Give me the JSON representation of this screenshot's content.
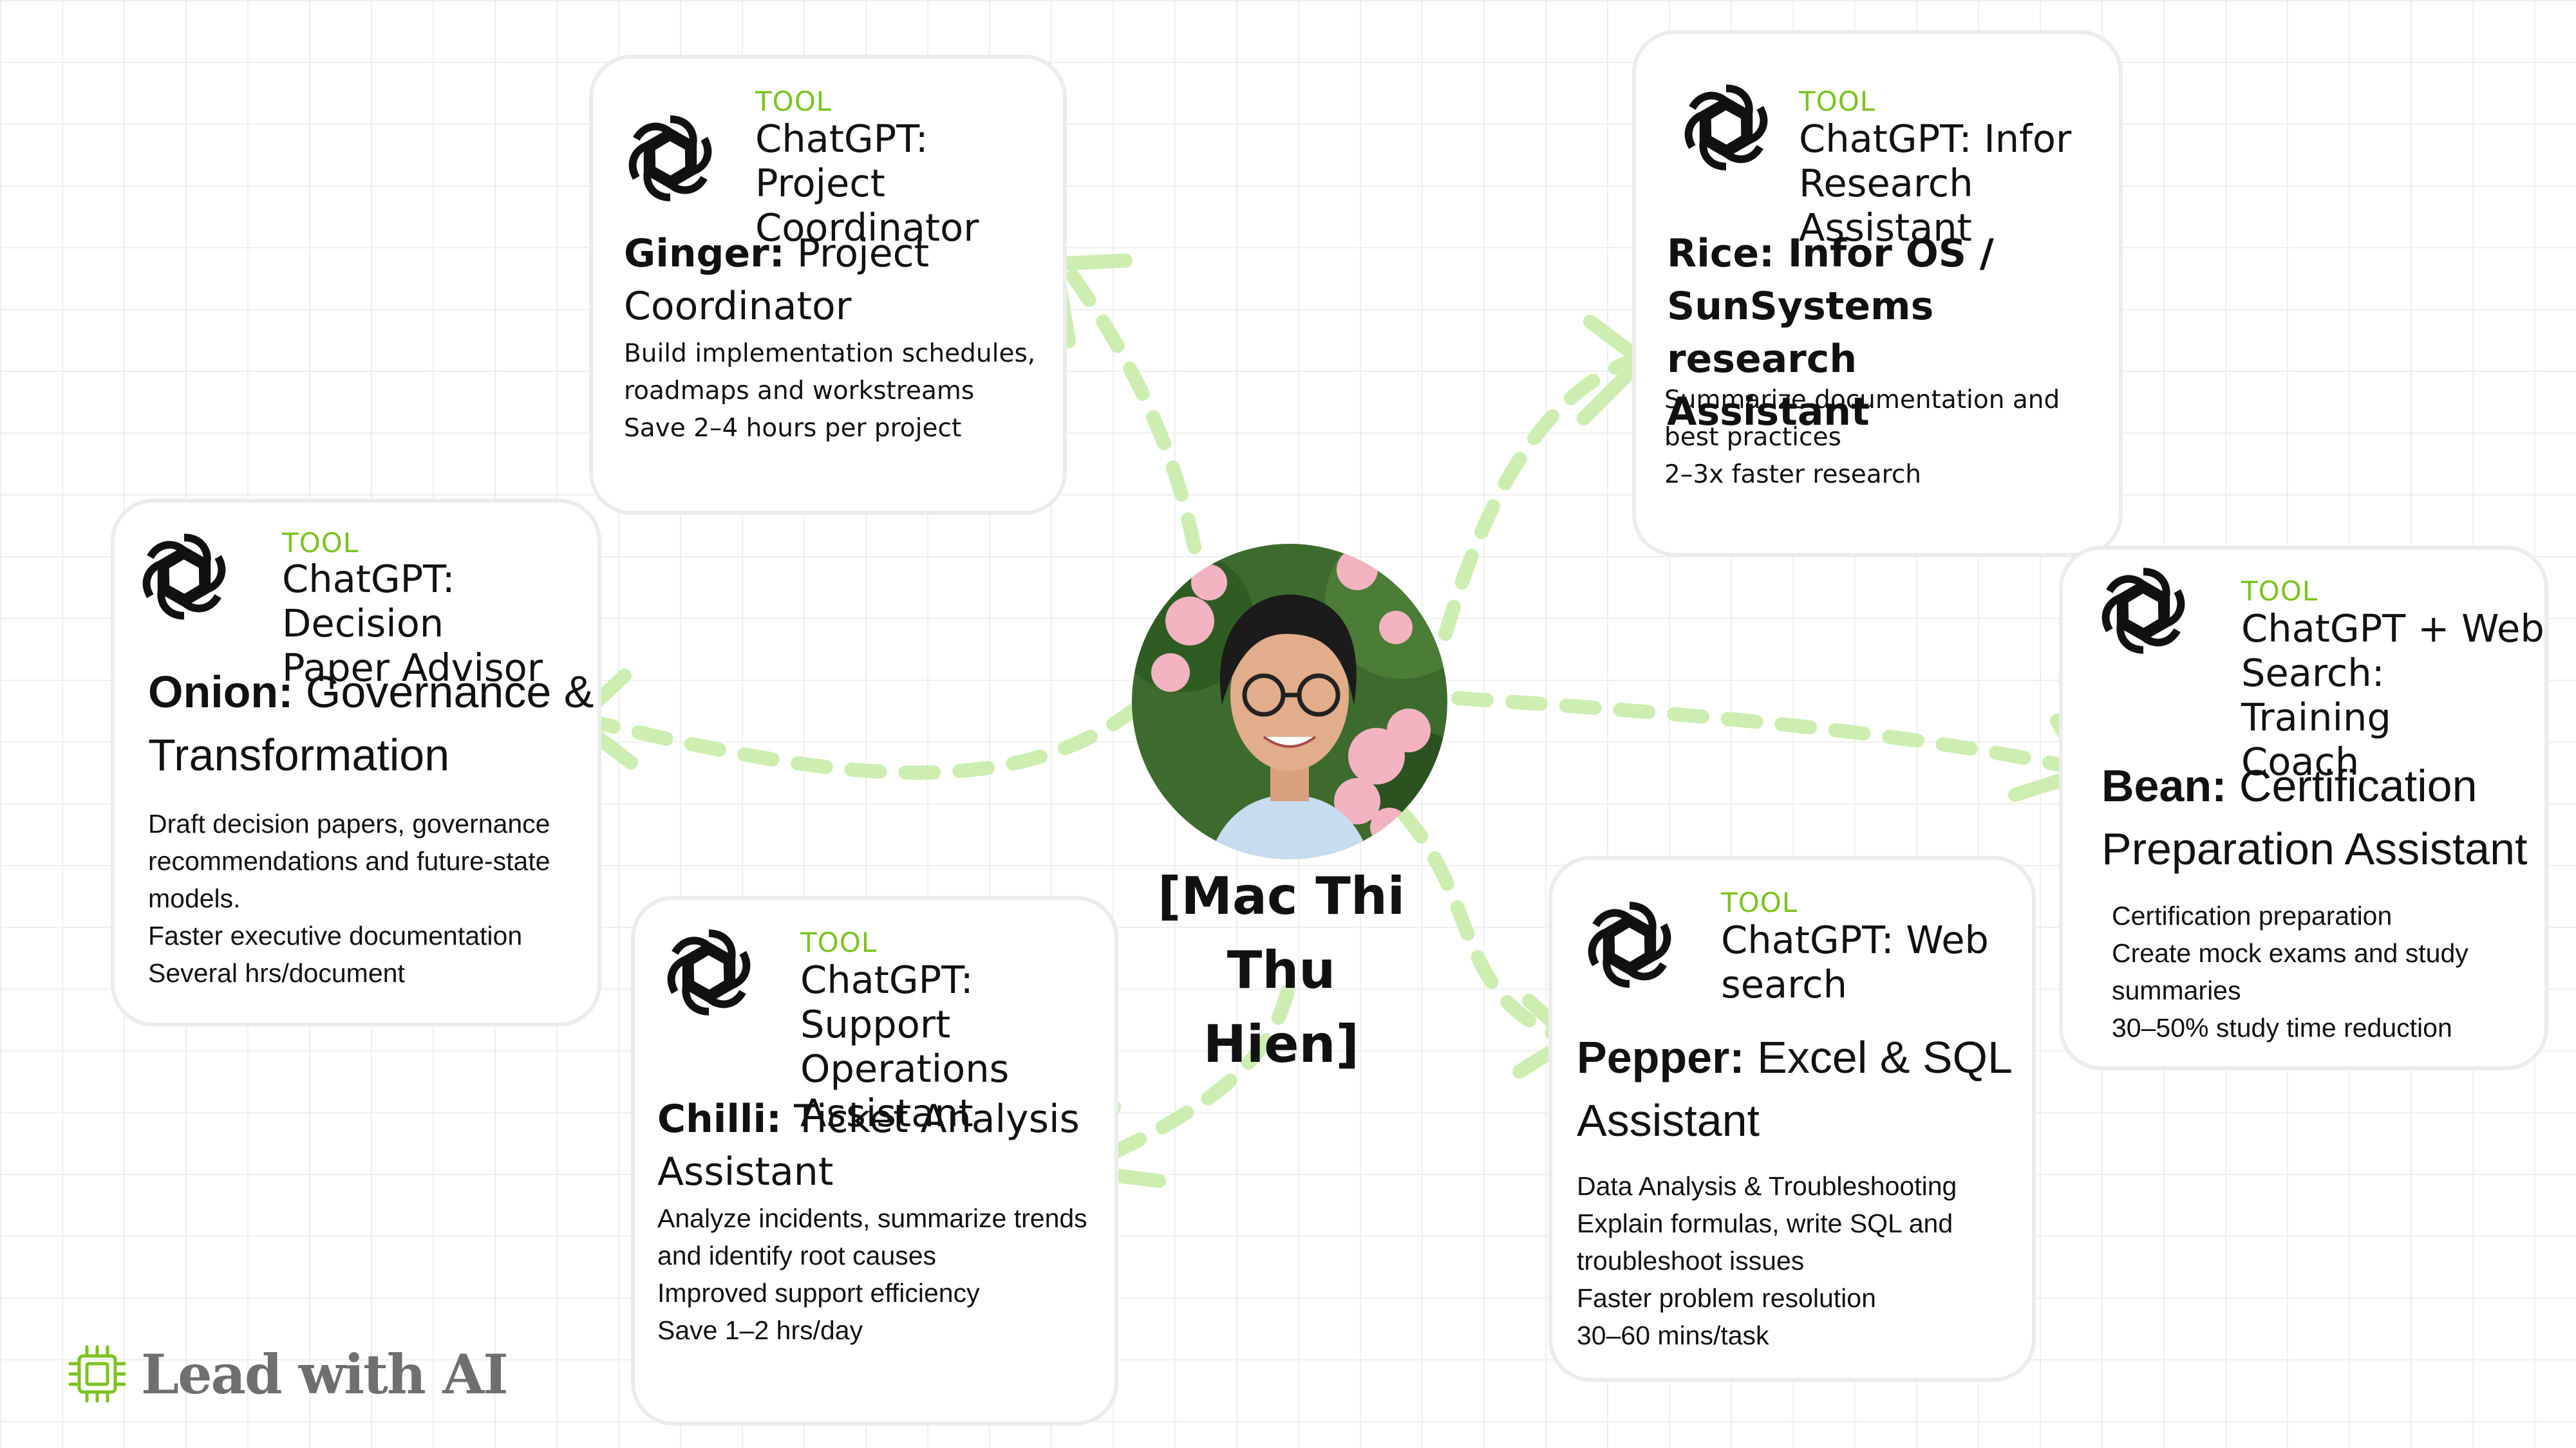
{
  "center": {
    "name_line1": "[Mac Thi Thu",
    "name_line2": "Hien]",
    "photo": "portrait-photo"
  },
  "brand": {
    "text": "Lead with AI",
    "icon": "chip-icon",
    "color": "#7cc31f"
  },
  "colors": {
    "accent": "#7cc31f",
    "arrow": "#cdeeb0",
    "card_border": "#ececec",
    "grid": "#eef0ee"
  },
  "cards": [
    {
      "id": "ginger",
      "kind": "TOOL",
      "icon": "openai-logo-icon",
      "tool_lines": [
        "ChatGPT: Project",
        "Coordinator"
      ],
      "title_bold": "Ginger:",
      "title_rest": " Project",
      "title_line2": "Coordinator",
      "desc": [
        "Build implementation schedules,",
        "roadmaps and workstreams",
        "Save 2–4 hours per project"
      ]
    },
    {
      "id": "rice",
      "kind": "TOOL",
      "icon": "openai-logo-icon",
      "tool_lines": [
        "ChatGPT: Infor",
        "Research Assistant"
      ],
      "title_lines": [
        "Rice: Infor OS /",
        "SunSystems research",
        "Assistant"
      ],
      "desc": [
        "Summarize documentation and",
        "best practices",
        "2–3x faster research"
      ]
    },
    {
      "id": "onion",
      "kind": "TOOL",
      "icon": "openai-logo-icon",
      "tool_lines": [
        "ChatGPT: Decision",
        "Paper Advisor"
      ],
      "title_bold": "Onion:",
      "title_rest": " Governance &",
      "title_line2": "Transformation",
      "desc": [
        "Draft decision papers, governance",
        "recommendations and future-state",
        "models.",
        "Faster executive documentation",
        "Several hrs/document"
      ]
    },
    {
      "id": "bean",
      "kind": "TOOL",
      "icon": "openai-logo-icon",
      "tool_lines": [
        "ChatGPT + Web",
        "Search: Training",
        "Coach"
      ],
      "title_bold": "Bean:",
      "title_rest": " Certification",
      "title_line2": "Preparation Assistant",
      "desc": [
        "Certification preparation",
        "Create mock exams and study",
        "summaries",
        "30–50% study time reduction"
      ]
    },
    {
      "id": "chilli",
      "kind": "TOOL",
      "icon": "openai-logo-icon",
      "tool_lines": [
        "ChatGPT: Support",
        "Operations",
        "Assistant"
      ],
      "title_bold": "Chilli:",
      "title_rest": " Ticket Analysis",
      "title_line2": "Assistant",
      "desc": [
        "Analyze incidents, summarize trends",
        "and identify root causes",
        "Improved support efficiency",
        "Save 1–2 hrs/day"
      ]
    },
    {
      "id": "pepper",
      "kind": "TOOL",
      "icon": "openai-logo-icon",
      "tool_lines": [
        "ChatGPT: Web",
        "search"
      ],
      "title_bold": "Pepper:",
      "title_rest": " Excel & SQL",
      "title_line2": "Assistant",
      "desc": [
        "Data Analysis & Troubleshooting",
        "Explain formulas, write SQL and",
        "troubleshoot issues",
        "Faster problem resolution",
        "30–60 mins/task"
      ]
    }
  ]
}
